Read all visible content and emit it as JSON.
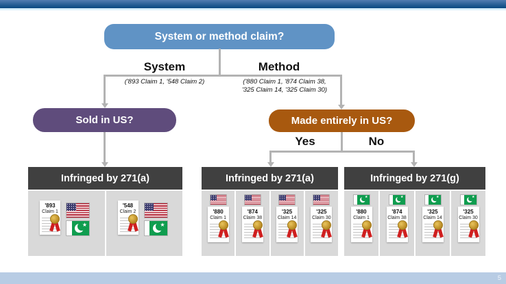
{
  "title": {
    "label": "System or method claim?"
  },
  "branches": {
    "system": {
      "label": "System",
      "claims": "('893 Claim 1, '548 Claim 2)"
    },
    "method": {
      "label": "Method",
      "claims_line1": "('880 Claim 1, '874 Claim 38,",
      "claims_line2": "'325 Claim 14, '325 Claim 30)"
    }
  },
  "questions": {
    "sold_in_us": {
      "label": "Sold in US?"
    },
    "made_in_us": {
      "label": "Made entirely in US?",
      "yes_label": "Yes",
      "no_label": "No"
    }
  },
  "panels": {
    "left": {
      "header": "Infringed by 271(a)",
      "items": [
        {
          "patent": "'893",
          "claim": "Claim 1",
          "flags": "us-flag, pakistan-flag"
        },
        {
          "patent": "'548",
          "claim": "Claim 2",
          "flags": "us-flag, pakistan-flag"
        }
      ]
    },
    "middle": {
      "header": "Infringed by 271(a)",
      "items": [
        {
          "patent": "'880",
          "claim": "Claim 1",
          "flag": "us-flag"
        },
        {
          "patent": "'874",
          "claim": "Claim 38",
          "flag": "us-flag"
        },
        {
          "patent": "'325",
          "claim": "Claim 14",
          "flag": "us-flag"
        },
        {
          "patent": "'325",
          "claim": "Claim 30",
          "flag": "us-flag"
        }
      ]
    },
    "right": {
      "header": "Infringed by 271(g)",
      "items": [
        {
          "patent": "'880",
          "claim": "Claim 1",
          "flag": "pakistan-flag"
        },
        {
          "patent": "'874",
          "claim": "Claim 38",
          "flag": "pakistan-flag"
        },
        {
          "patent": "'325",
          "claim": "Claim 14",
          "flag": "pakistan-flag"
        },
        {
          "patent": "'325",
          "claim": "Claim 30",
          "flag": "pakistan-flag"
        }
      ]
    }
  },
  "footer": {
    "page_number": "5"
  },
  "colors": {
    "title_box": "#6093c5",
    "sold_box": "#5f4c7c",
    "made_box": "#a8590f",
    "panel_header": "#404040",
    "panel_body": "#d9d9d9",
    "connector": "#b3b3b3",
    "banner_top": "#517db1",
    "banner_bottom": "#0e4d85",
    "footer_bar": "#b8cce4",
    "us_flag_red": "#b22234",
    "us_flag_blue": "#3c3b6e",
    "pakistan_green": "#0f9d4f",
    "medal_gold": "#c0922a",
    "ribbon_red": "#cf1f1f"
  }
}
